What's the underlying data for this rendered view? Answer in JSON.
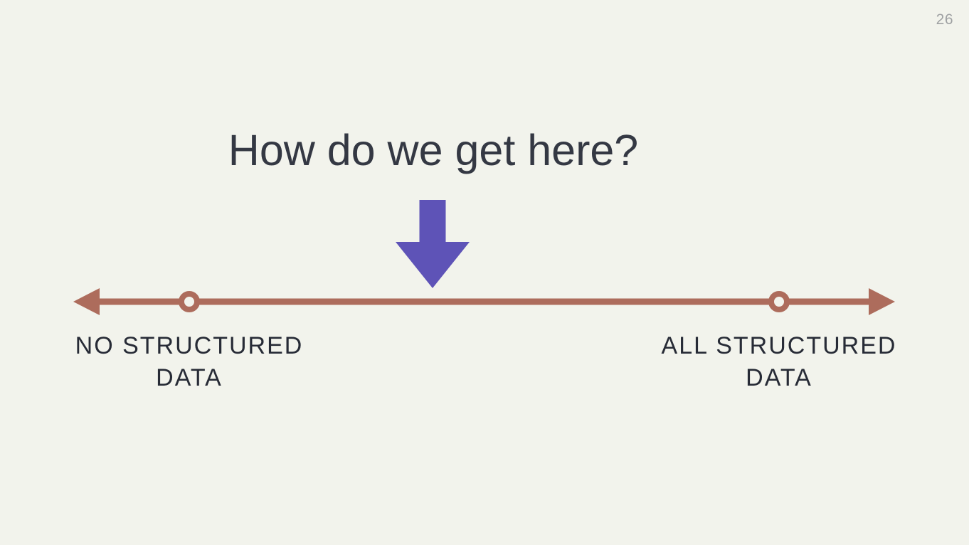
{
  "slide": {
    "page_number": "26",
    "title": "How do we get here?"
  },
  "colors": {
    "background": "#f2f3ec",
    "title_text": "#343843",
    "label_text": "#272b36",
    "page_number_text": "#9fa1a3",
    "arrow_purple": "#5e53b7",
    "axis_terracotta": "#ad6c5c"
  },
  "icons": {
    "down_arrow": "down-arrow",
    "axis_left_arrowhead": "left-arrowhead",
    "axis_right_arrowhead": "right-arrowhead",
    "axis_marker": "ring-marker"
  },
  "spectrum": {
    "left_label": {
      "line1": "NO STRUCTURED",
      "line2": "DATA"
    },
    "right_label": {
      "line1": "ALL STRUCTURED",
      "line2": "DATA"
    }
  }
}
